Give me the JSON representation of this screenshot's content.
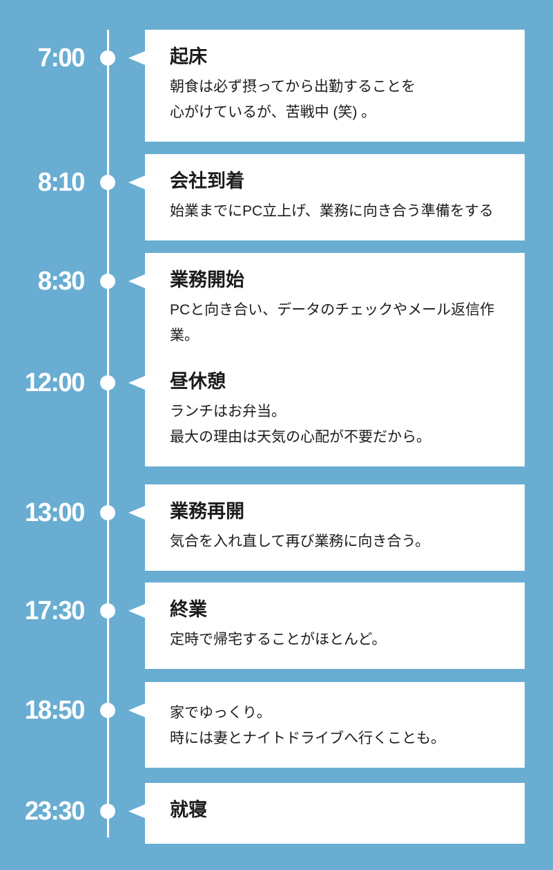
{
  "page": {
    "background_color": "#69ADD2",
    "card_color": "#FFFFFF",
    "line_color": "#FFFFFF",
    "time_text_color": "#FFFFFF",
    "body_text_color": "#1C1C1C"
  },
  "timeline": {
    "items": [
      {
        "time": "7:00",
        "title": "起床",
        "desc_lines": [
          "朝食は必ず摂ってから出勤することを",
          "心がけているが、苦戦中 (笑) 。"
        ]
      },
      {
        "time": "8:10",
        "title": "会社到着",
        "desc_lines": [
          "始業までにPC立上げ、業務に向き合う準備をする"
        ]
      },
      {
        "time": "8:30",
        "title": "業務開始",
        "desc_lines": [
          "PCと向き合い、データのチェックやメール返信作業。"
        ]
      },
      {
        "time": "12:00",
        "title": "昼休憩",
        "desc_lines": [
          "ランチはお弁当。",
          "最大の理由は天気の心配が不要だから。"
        ]
      },
      {
        "time": "13:00",
        "title": "業務再開",
        "desc_lines": [
          "気合を入れ直して再び業務に向き合う。"
        ]
      },
      {
        "time": "17:30",
        "title": "終業",
        "desc_lines": [
          "定時で帰宅することがほとんど。"
        ]
      },
      {
        "time": "18:50",
        "title": "",
        "desc_lines": [
          "家でゆっくり。",
          "時には妻とナイトドライブへ行くことも。"
        ]
      },
      {
        "time": "23:30",
        "title": "就寝",
        "desc_lines": []
      }
    ]
  }
}
